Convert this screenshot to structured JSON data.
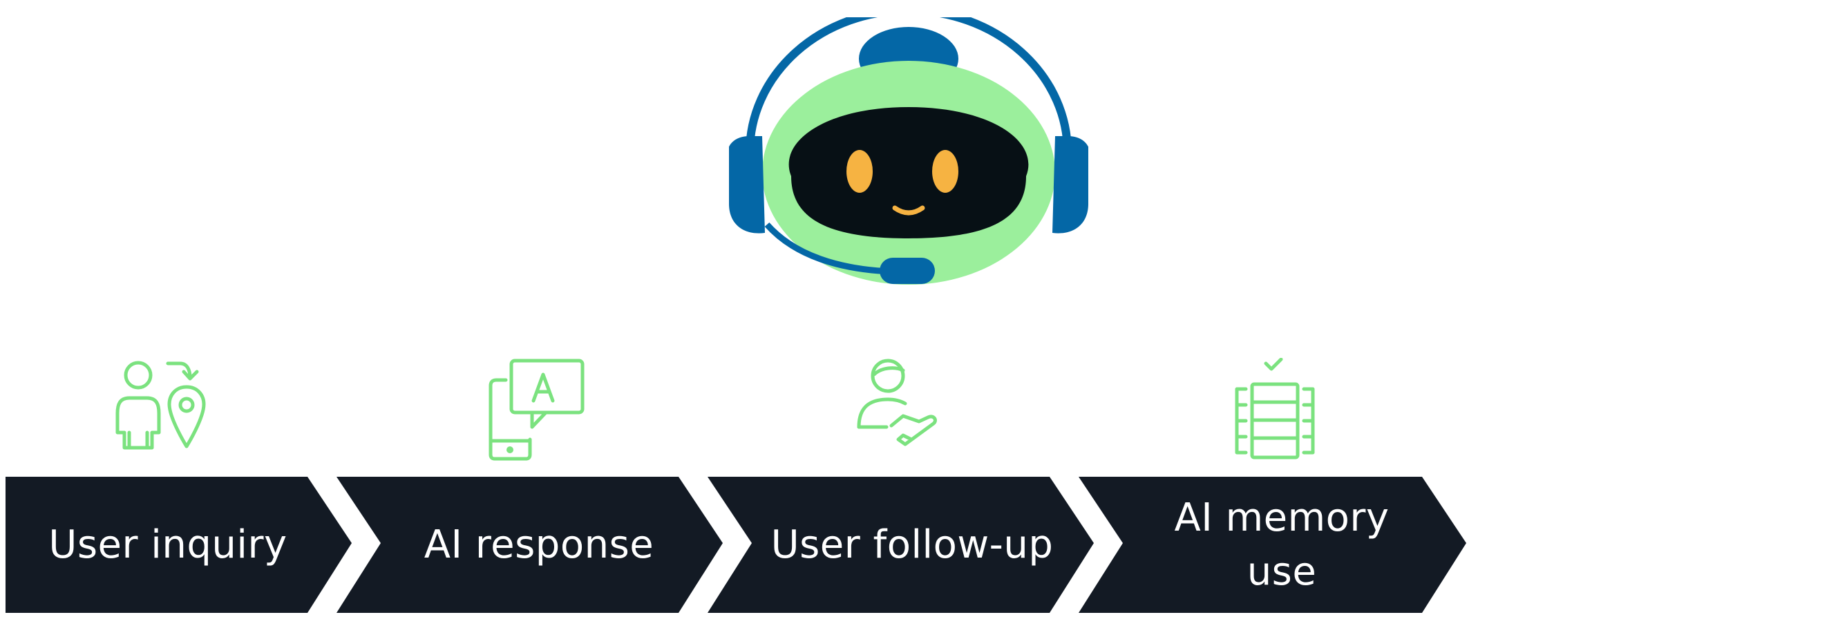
{
  "diagram": {
    "steps": [
      {
        "label": "User inquiry",
        "icon": "person-location-icon"
      },
      {
        "label": "AI response",
        "icon": "phone-chat-translate-icon"
      },
      {
        "label": "User follow-up",
        "icon": "person-hand-plane-icon"
      },
      {
        "label": "AI memory use",
        "icon": "database-check-icon"
      }
    ]
  },
  "colors": {
    "arrow_fill": "#131a24",
    "icon_stroke": "#7be27f",
    "robot_face": "#9bef9c",
    "robot_visor": "#071015",
    "robot_eyes": "#f6b342",
    "robot_headset": "#0467a6",
    "label_text": "#ffffff"
  }
}
